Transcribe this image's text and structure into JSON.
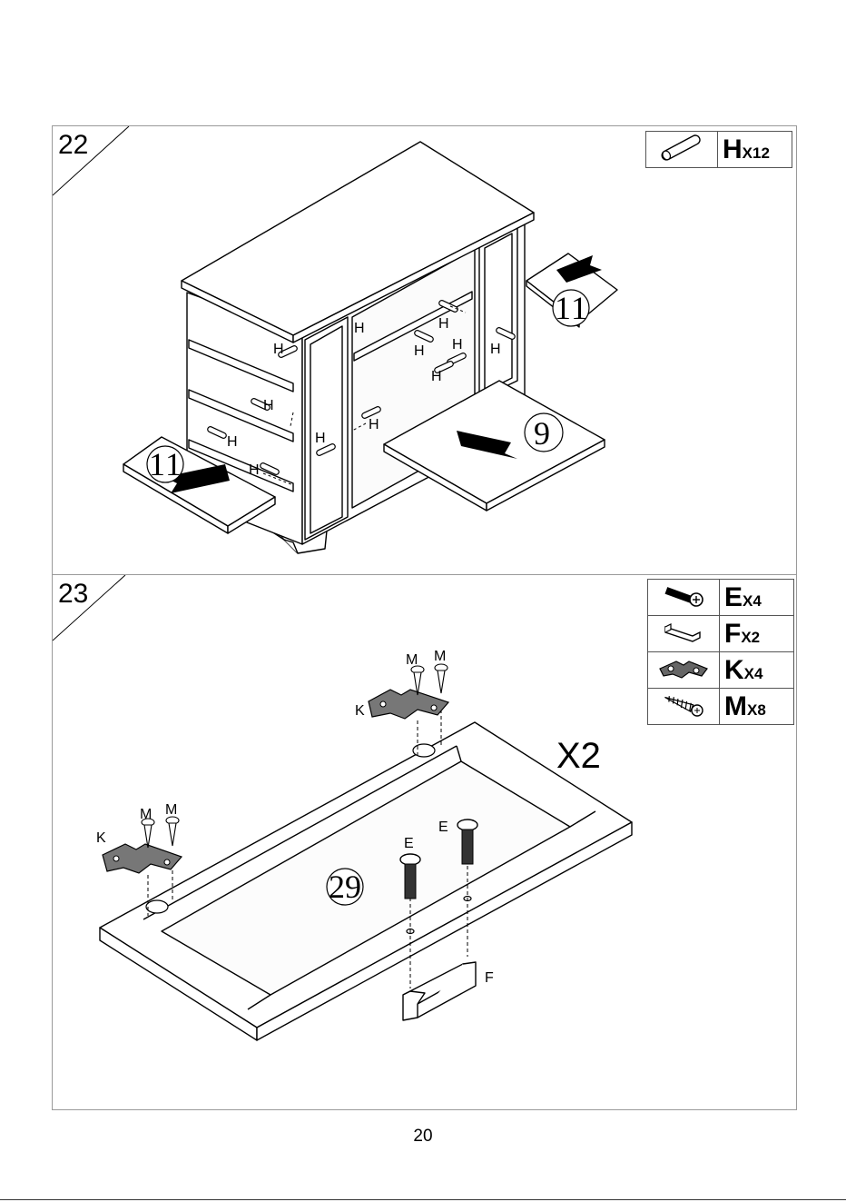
{
  "steps": [
    {
      "number": "22",
      "hardware": [
        {
          "icon": "dowel-pin-icon",
          "letter": "H",
          "qty": "X12"
        }
      ],
      "callouts": {
        "dowel": "H",
        "left_panel": "11",
        "right_panel": "11",
        "bottom_panel": "9"
      }
    },
    {
      "number": "23",
      "hardware": [
        {
          "icon": "screw-icon",
          "letter": "E",
          "qty": "X4"
        },
        {
          "icon": "handle-icon",
          "letter": "F",
          "qty": "X2"
        },
        {
          "icon": "hinge-icon",
          "letter": "K",
          "qty": "X4"
        },
        {
          "icon": "wood-screw-icon",
          "letter": "M",
          "qty": "X8"
        }
      ],
      "callouts": {
        "hinge": "K",
        "wood_screw": "M",
        "screw": "E",
        "handle": "F",
        "door_panel": "29",
        "multiplier": "X2"
      }
    }
  ],
  "page_number": "20"
}
